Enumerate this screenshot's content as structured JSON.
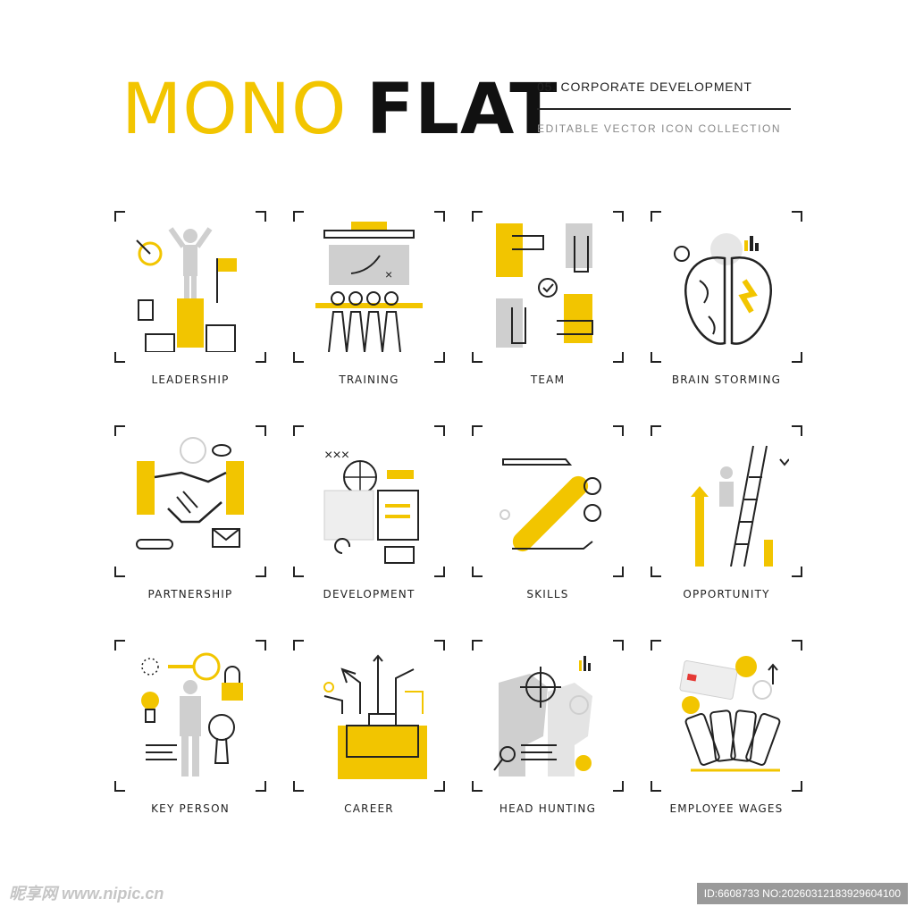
{
  "header": {
    "title_part1": "MONO",
    "title_part2": "FLAT",
    "subtitle": "05. CORPORATE DEVELOPMENT",
    "tagline": "EDITABLE VECTOR ICON COLLECTION"
  },
  "colors": {
    "accent": "#f2c500",
    "gray": "#cfcfcf",
    "ink": "#1a1a1a"
  },
  "icons": [
    {
      "label": "LEADERSHIP",
      "icon": "leadership-icon"
    },
    {
      "label": "TRAINING",
      "icon": "training-icon"
    },
    {
      "label": "TEAM",
      "icon": "team-icon"
    },
    {
      "label": "BRAIN STORMING",
      "icon": "brain-storming-icon"
    },
    {
      "label": "PARTNERSHIP",
      "icon": "partnership-icon"
    },
    {
      "label": "DEVELOPMENT",
      "icon": "development-icon"
    },
    {
      "label": "SKILLS",
      "icon": "skills-icon"
    },
    {
      "label": "OPPORTUNITY",
      "icon": "opportunity-icon"
    },
    {
      "label": "KEY PERSON",
      "icon": "key-person-icon"
    },
    {
      "label": "CAREER",
      "icon": "career-icon"
    },
    {
      "label": "HEAD HUNTING",
      "icon": "head-hunting-icon"
    },
    {
      "label": "EMPLOYEE WAGES",
      "icon": "employee-wages-icon"
    }
  ],
  "watermark": {
    "left": "昵享网 www.nipic.cn",
    "right": "ID:6608733 NO:20260312183929604100"
  }
}
